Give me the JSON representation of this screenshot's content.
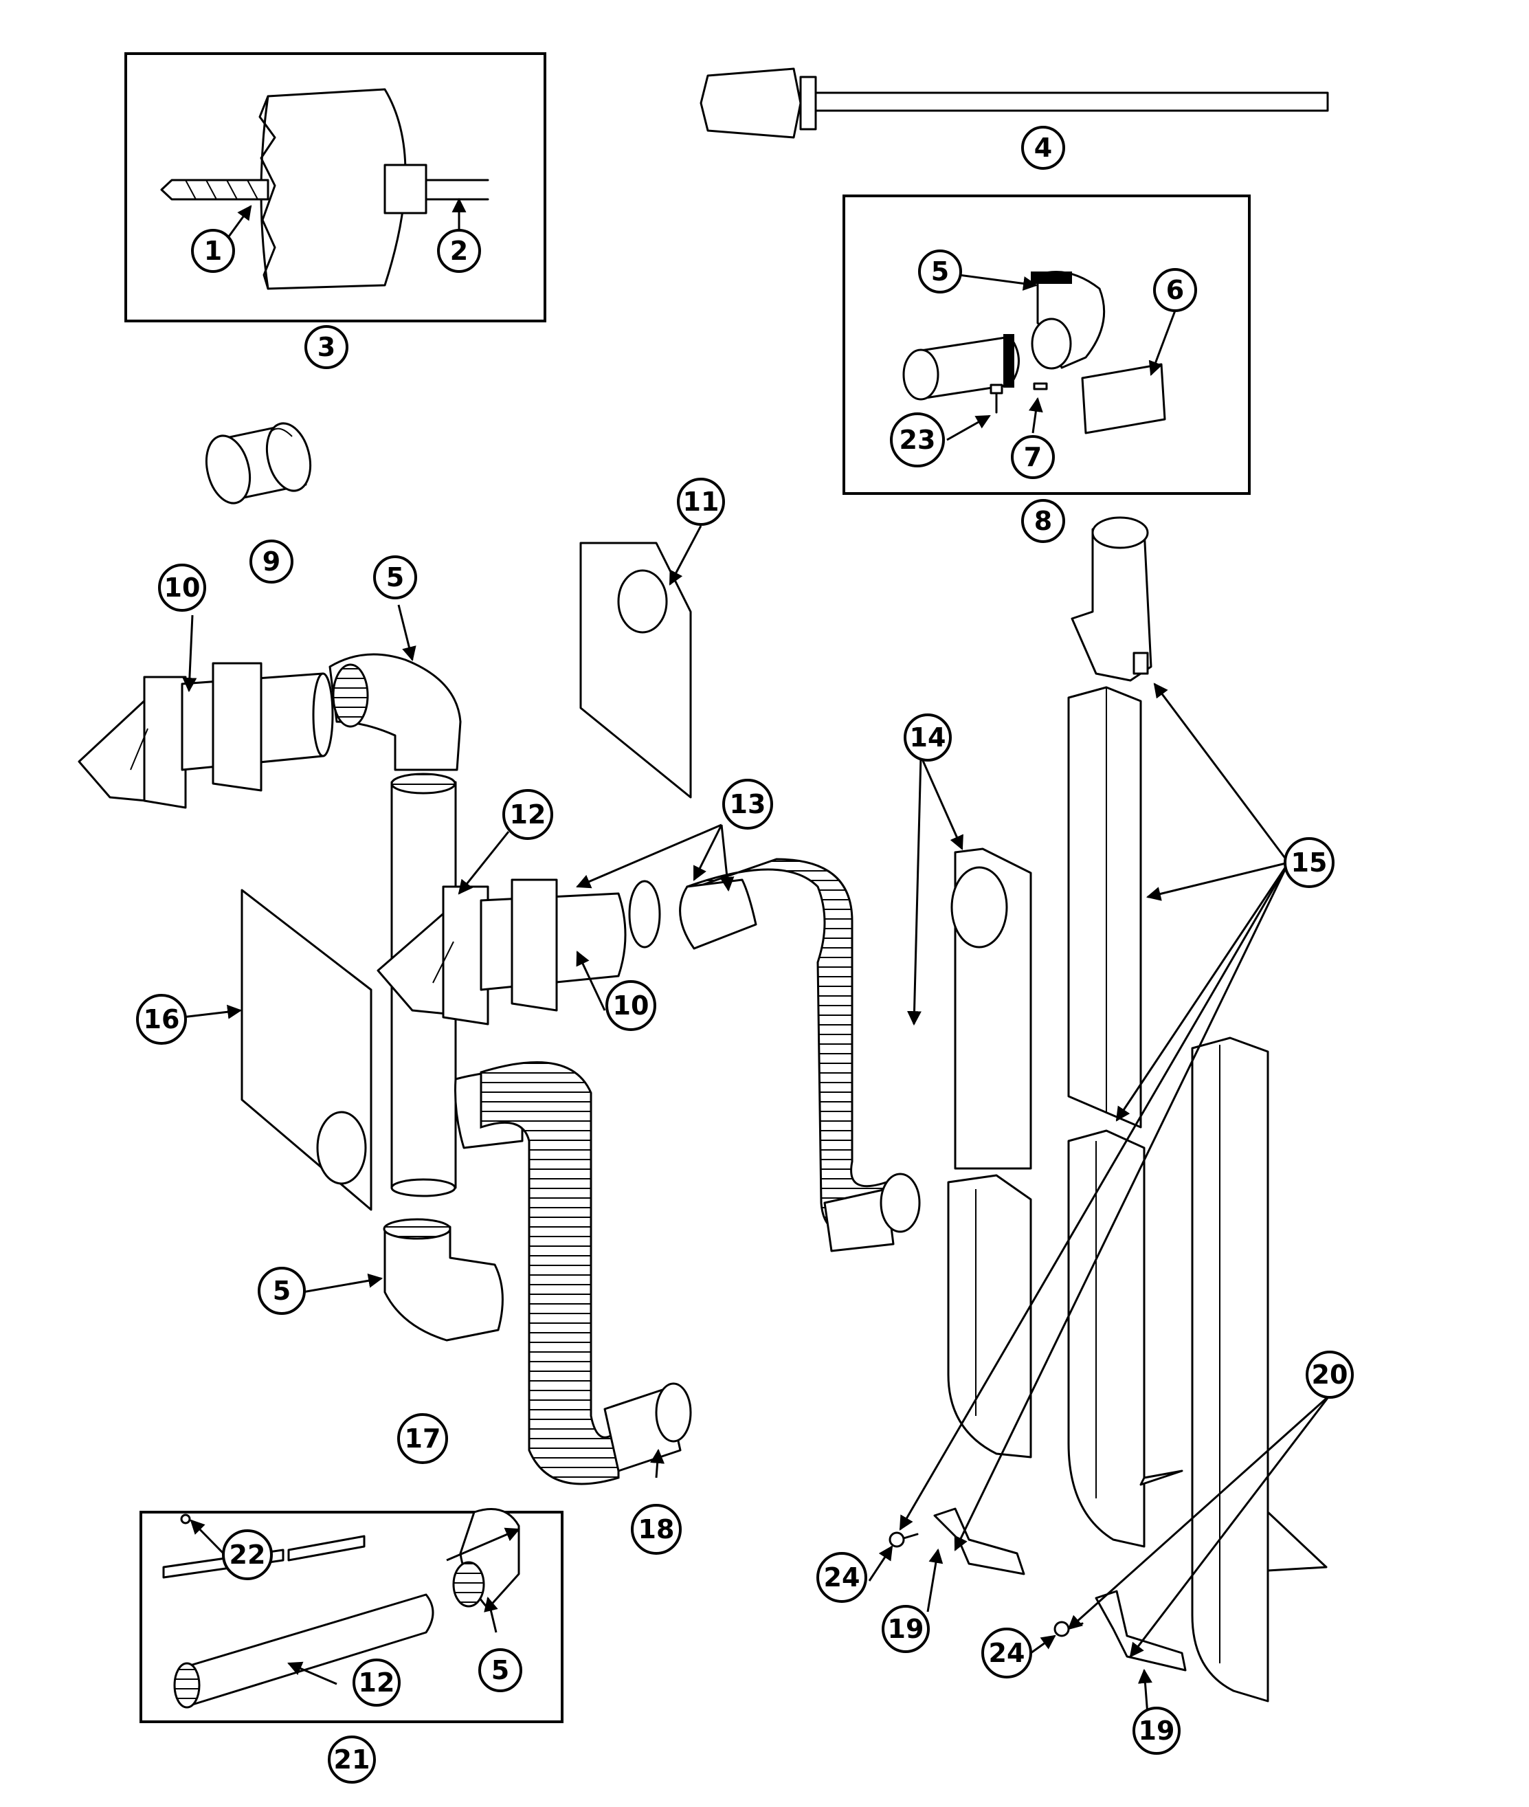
{
  "callouts": {
    "c1": "1",
    "c2": "2",
    "c3": "3",
    "c4": "4",
    "c5a": "5",
    "c5b": "5",
    "c5c": "5",
    "c5d": "5",
    "c6": "6",
    "c7": "7",
    "c8": "8",
    "c9": "9",
    "c10a": "10",
    "c10b": "10",
    "c11": "11",
    "c12a": "12",
    "c12b": "12",
    "c13": "13",
    "c14": "14",
    "c15": "15",
    "c16": "16",
    "c17": "17",
    "c18": "18",
    "c19a": "19",
    "c19b": "19",
    "c20": "20",
    "c21": "21",
    "c22": "22",
    "c23": "23",
    "c24a": "24",
    "c24b": "24"
  }
}
